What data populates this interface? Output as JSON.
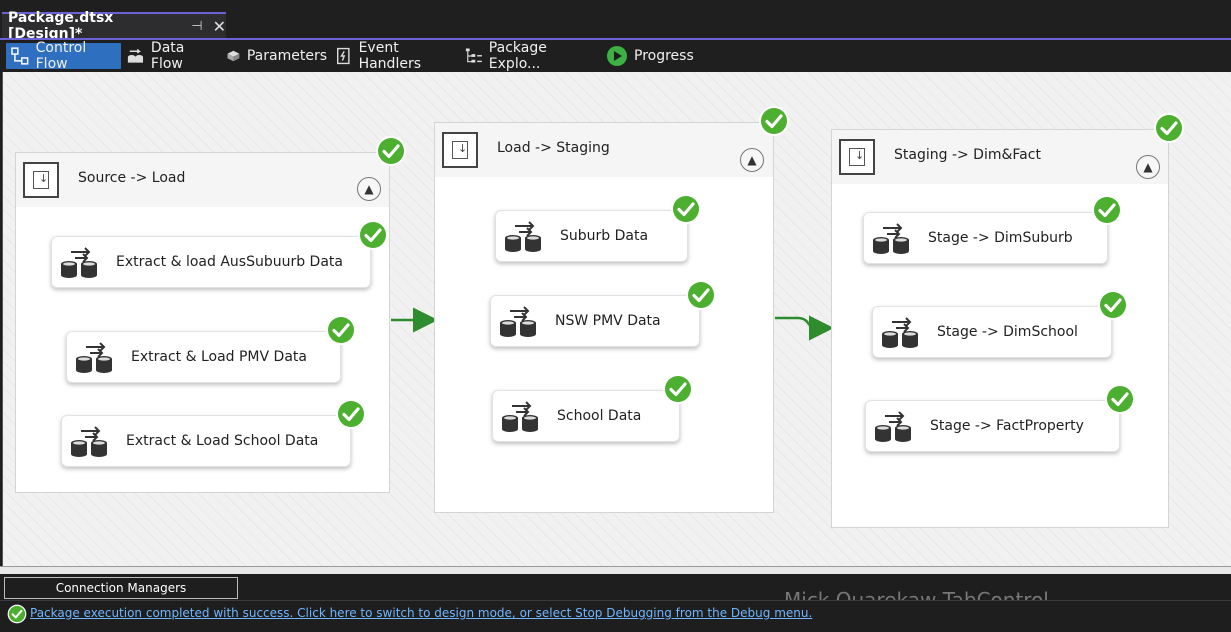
{
  "document_tab": {
    "title": "Package.dtsx [Design]*",
    "pin_icon": "pin-icon",
    "close_icon": "close-icon"
  },
  "toolbar": {
    "items": [
      {
        "label": "Control Flow",
        "icon": "control-flow-icon",
        "active": true
      },
      {
        "label": "Data Flow",
        "icon": "data-flow-icon"
      },
      {
        "label": "Parameters",
        "icon": "parameters-icon"
      },
      {
        "label": "Event Handlers",
        "icon": "event-handlers-icon"
      },
      {
        "label": "Package Explo...",
        "icon": "package-explorer-icon"
      },
      {
        "label": "Progress",
        "icon": "progress-play-icon"
      }
    ]
  },
  "containers": [
    {
      "title": "Source -> Load",
      "tasks": [
        "Extract & load AusSubuurb Data",
        "Extract & Load PMV Data",
        "Extract & Load School Data"
      ]
    },
    {
      "title": "Load -> Staging",
      "tasks": [
        "Suburb Data",
        "NSW PMV Data",
        "School Data"
      ]
    },
    {
      "title": "Staging -> Dim&Fact",
      "tasks": [
        "Stage -> DimSuburb",
        "Stage -> DimSchool",
        "Stage -> FactProperty"
      ]
    }
  ],
  "connection_managers": {
    "label": "Connection Managers"
  },
  "watermark": "Mick Quarekaw TabControl",
  "status": {
    "message": "Package execution completed with success. Click here to switch to design mode, or select Stop Debugging from the Debug menu.",
    "icon": "success-check-icon"
  },
  "colors": {
    "accent": "#6b62d6",
    "active_tab": "#2f6fc0",
    "success_green": "#4caf2f",
    "wire_green": "#2e8b2e"
  }
}
